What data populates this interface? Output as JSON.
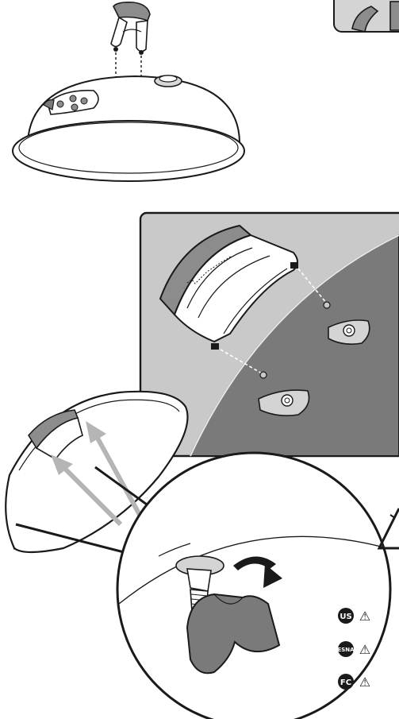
{
  "language_badges": [
    {
      "code": "US"
    },
    {
      "code": "ESNA"
    },
    {
      "code": "FC"
    }
  ],
  "warning_symbol": "⚠",
  "icons": [
    "grill-lid-icon",
    "lid-handle-icon",
    "curved-arrow-icon",
    "warning-triangle-icon"
  ],
  "colors": {
    "line": "#1a1a1a",
    "panel_light": "#c9c9c9",
    "panel_dark": "#7a7a7a",
    "handle_gray": "#8c8c8c",
    "arrow_gray": "#b5b5b5"
  }
}
